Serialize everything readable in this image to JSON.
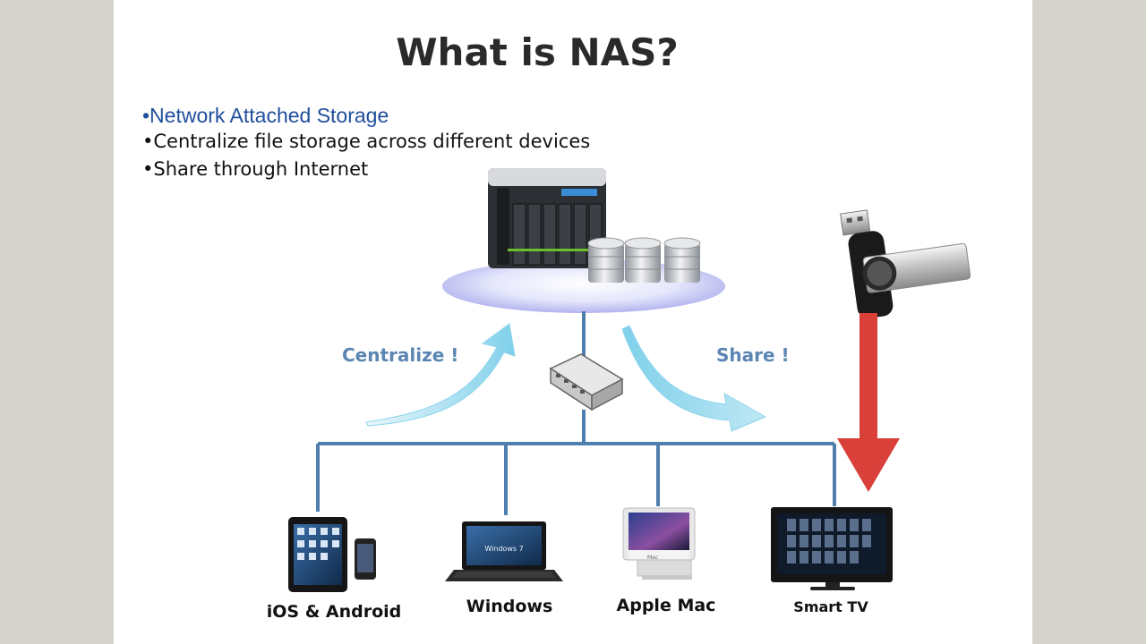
{
  "slide": {
    "title": "What is NAS?",
    "bullets": [
      "•Network Attached Storage",
      "•Centralize file storage across different devices",
      "•Share through Internet"
    ]
  },
  "diagram": {
    "arrows": {
      "centralize_label": "Centralize !",
      "share_label": "Share !"
    },
    "devices": [
      {
        "name": "iOS & Android",
        "icon": "tablet-phone-icon"
      },
      {
        "name": "Windows",
        "icon": "laptop-icon"
      },
      {
        "name": "Apple Mac",
        "icon": "imac-icon"
      },
      {
        "name": "Smart TV",
        "icon": "tv-icon"
      }
    ],
    "colors": {
      "network_line": "#4f7fae",
      "arrow_blue": "#7fd0ea",
      "arrow_label": "#5b86b3",
      "usb_arrow": "#d9403a",
      "bullet_highlight": "#1f4e9c"
    }
  }
}
